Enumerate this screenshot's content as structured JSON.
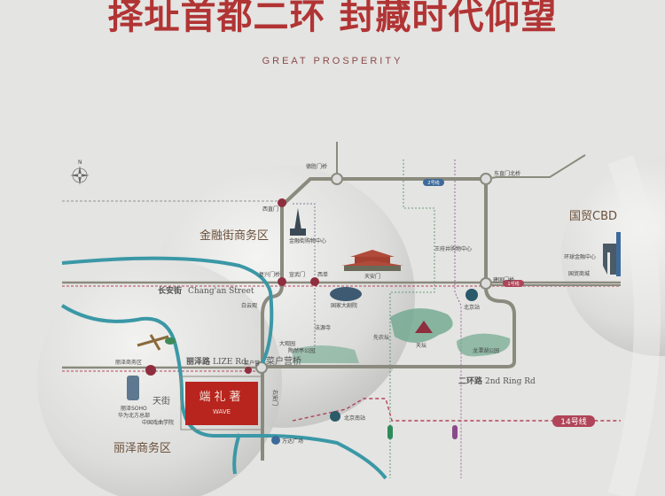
{
  "header": {
    "title": "择址首都二环 封藏时代仰望",
    "subtitle": "GREAT PROSPERITY"
  },
  "map": {
    "compass_label": "N",
    "zones": {
      "financial_street": "金融街商务区",
      "cbd": "国贸CBD",
      "lize": "丽泽商务区"
    },
    "roads": {
      "changan": "长安街",
      "changan_en": "Chang'an Street",
      "lize": "丽泽路",
      "lize_en": "LIZE Rd",
      "second_ring": "二环路",
      "second_ring_en": "2nd Ring Rd"
    },
    "landmarks": {
      "tiananmen": "天安门",
      "temple_of_heaven": "天坛",
      "beijing_station": "北京站",
      "beijing_south": "北京南站",
      "caihuying_bridge": "菜户营桥",
      "lize_business": "丽泽商务区",
      "tianjie": "天街",
      "wanda": "万达广场",
      "xizhimen": "西直门",
      "fuxingmen": "复兴门桥",
      "xuanwumen": "宣武门",
      "xidan": "西单",
      "dongzhimen": "东直门北桥",
      "jianguomen": "建国门桥",
      "deshengmen": "德胜门桥",
      "baiyun": "白云观",
      "fayuan": "法源寺",
      "daguanyuan": "大观园",
      "wangfujing": "王府井购物中心",
      "world_financial": "环球金融中心",
      "guomao": "国贸商城",
      "financial_center": "金融街购物中心",
      "longtan": "龙潭湖公园",
      "xiannongtan": "先农坛",
      "taoranting": "陶然亭公园",
      "national_theater": "国家大剧院",
      "lize_soho": "丽泽SOHO",
      "huawei": "华为北方总部",
      "school": "中国戏曲学院",
      "caihuying": "菜户营",
      "youanmen": "右安门"
    },
    "project": {
      "name_cn": "端礼著",
      "name_en": "WAVE"
    },
    "metro": {
      "line14": "14号线",
      "line1": "1号线",
      "line2": "2号线"
    }
  },
  "colors": {
    "title_red": "#b13434",
    "project_red": "#b8241e",
    "ring_gray": "#8a8a7e",
    "river_teal": "#3b98a6",
    "metro_red": "#b04458"
  }
}
